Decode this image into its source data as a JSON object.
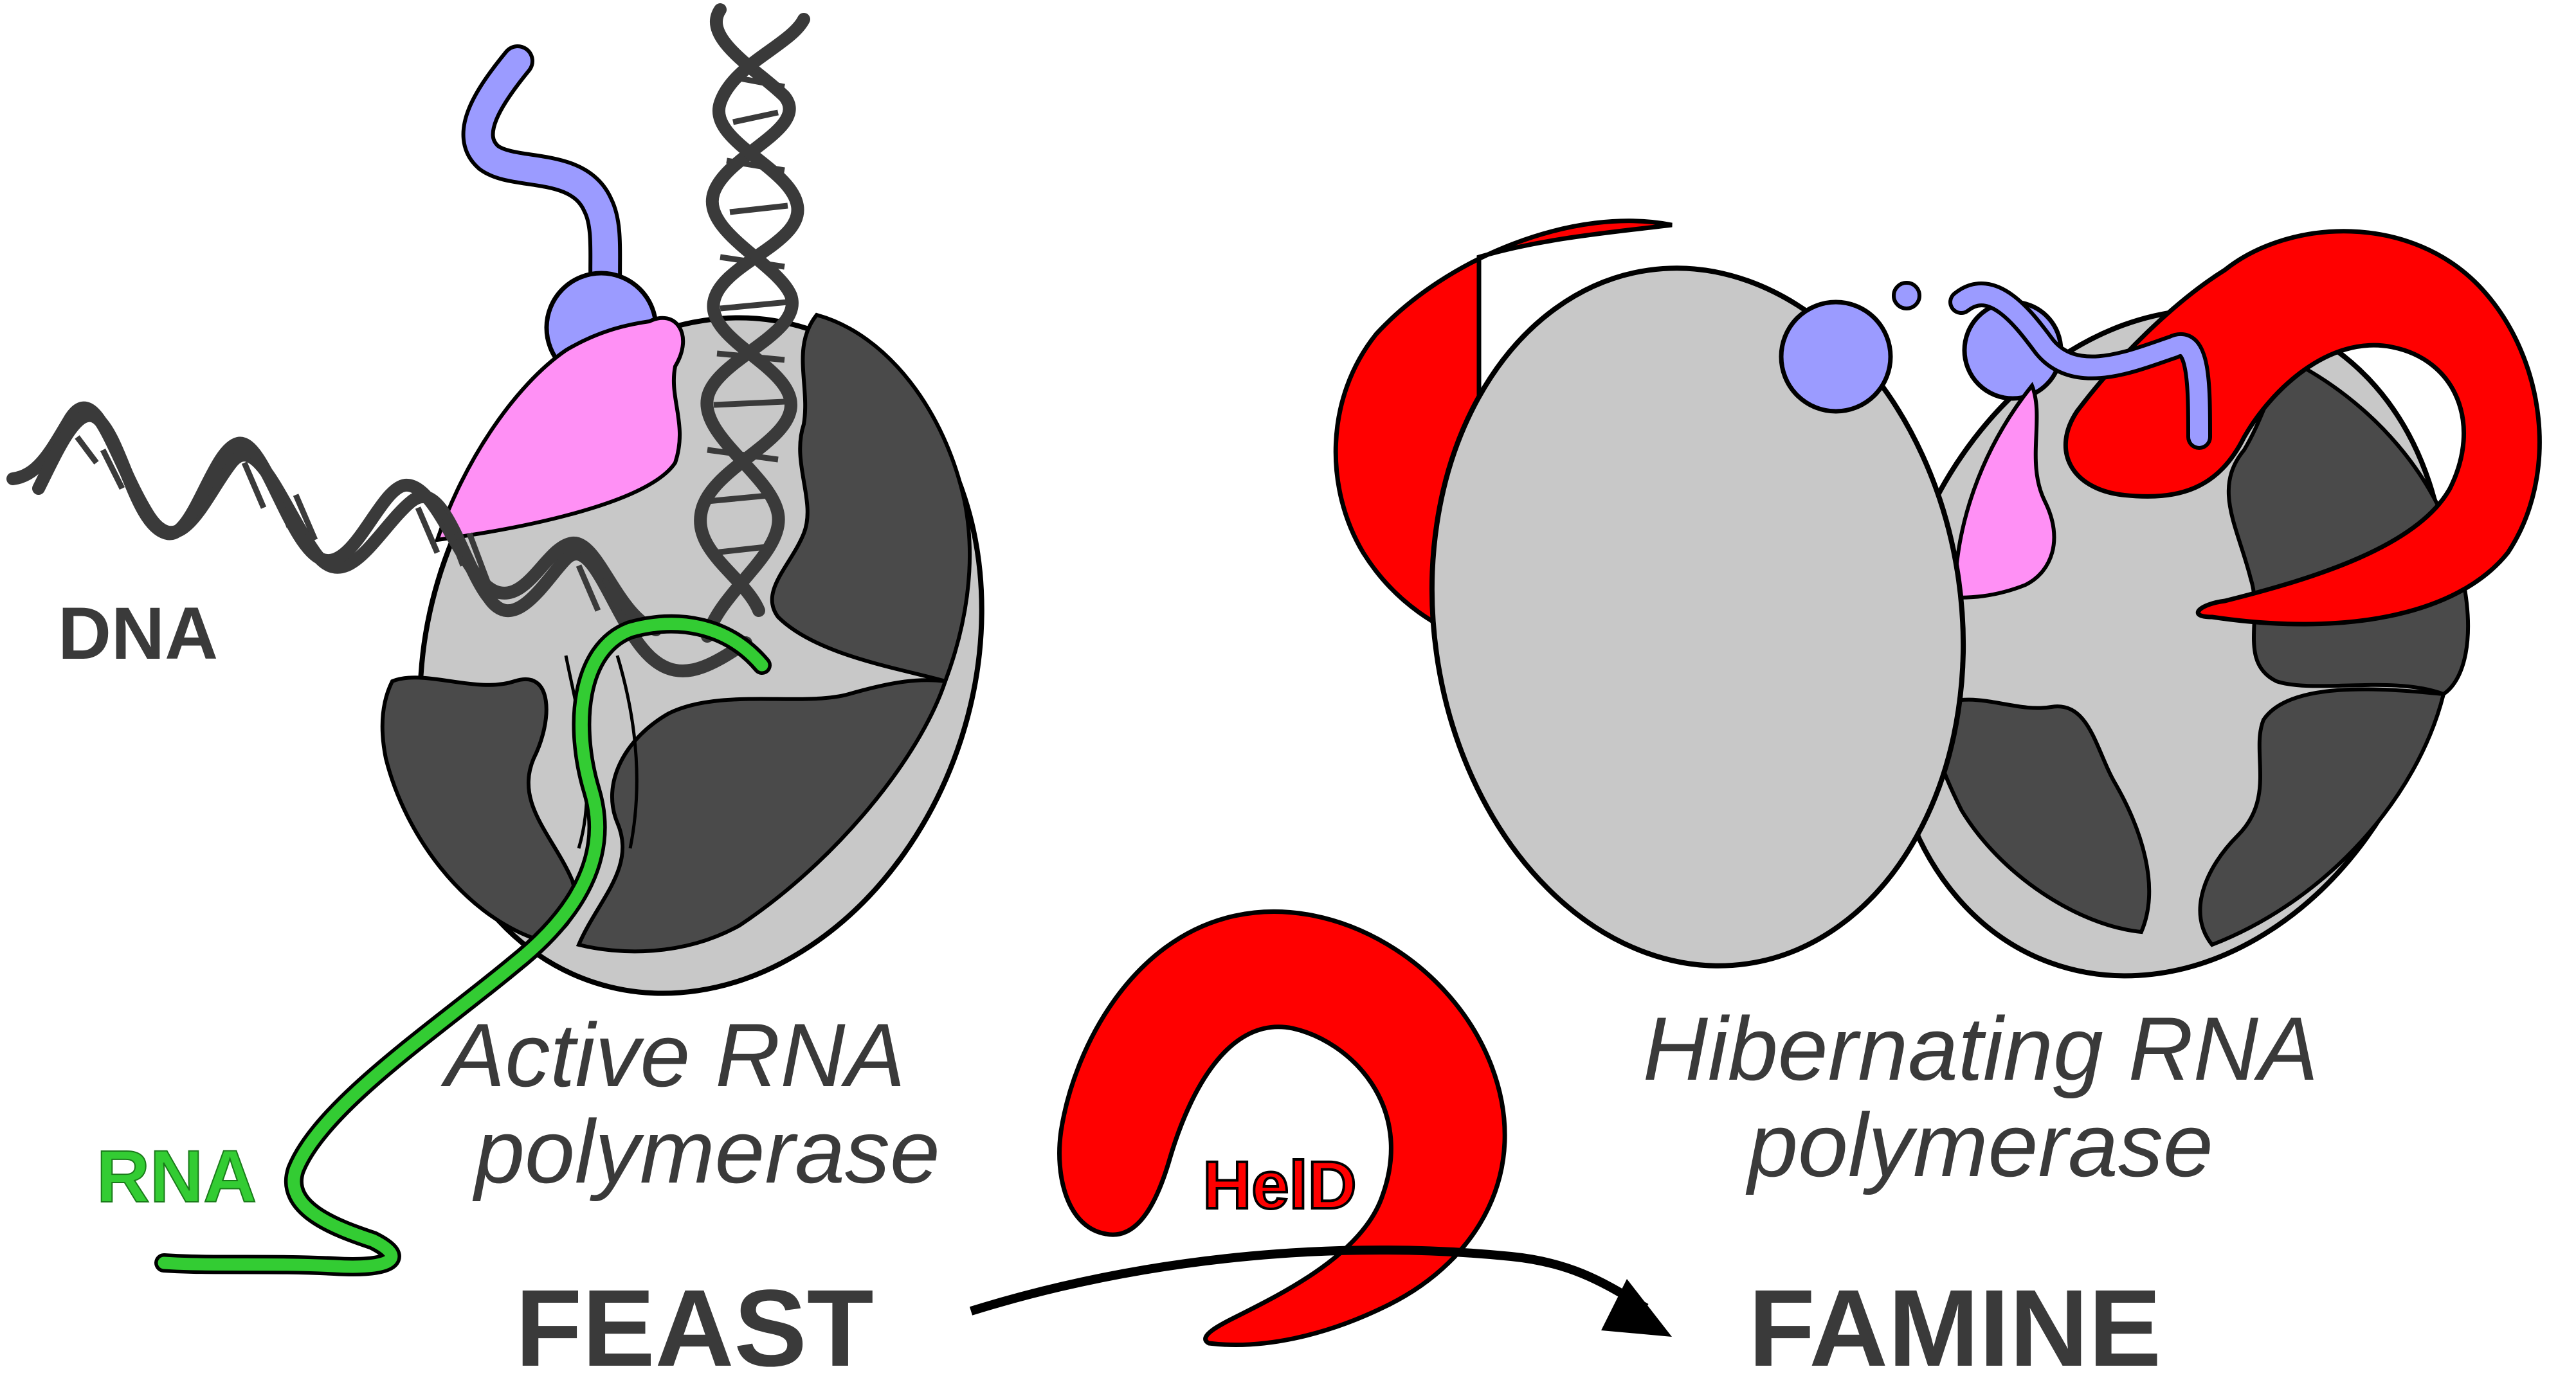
{
  "labels": {
    "dna": "DNA",
    "rna": "RNA",
    "active_line1": "Active RNA",
    "active_line2": "polymerase",
    "hibernating_line1": "Hibernating RNA",
    "hibernating_line2": "polymerase",
    "helD": "HelD",
    "feast": "FEAST",
    "famine": "FAMINE"
  },
  "colors": {
    "polymerase_core": "#c8c8c8",
    "polymerase_dark": "#4a4a4a",
    "sigma_purple": "#9b9bff",
    "magenta_domain": "#ff90f5",
    "helD_red": "#ff0000",
    "rna_green": "#33cc33",
    "dna_gray": "#3a3a3a",
    "label_gray": "#3a3a3a"
  }
}
